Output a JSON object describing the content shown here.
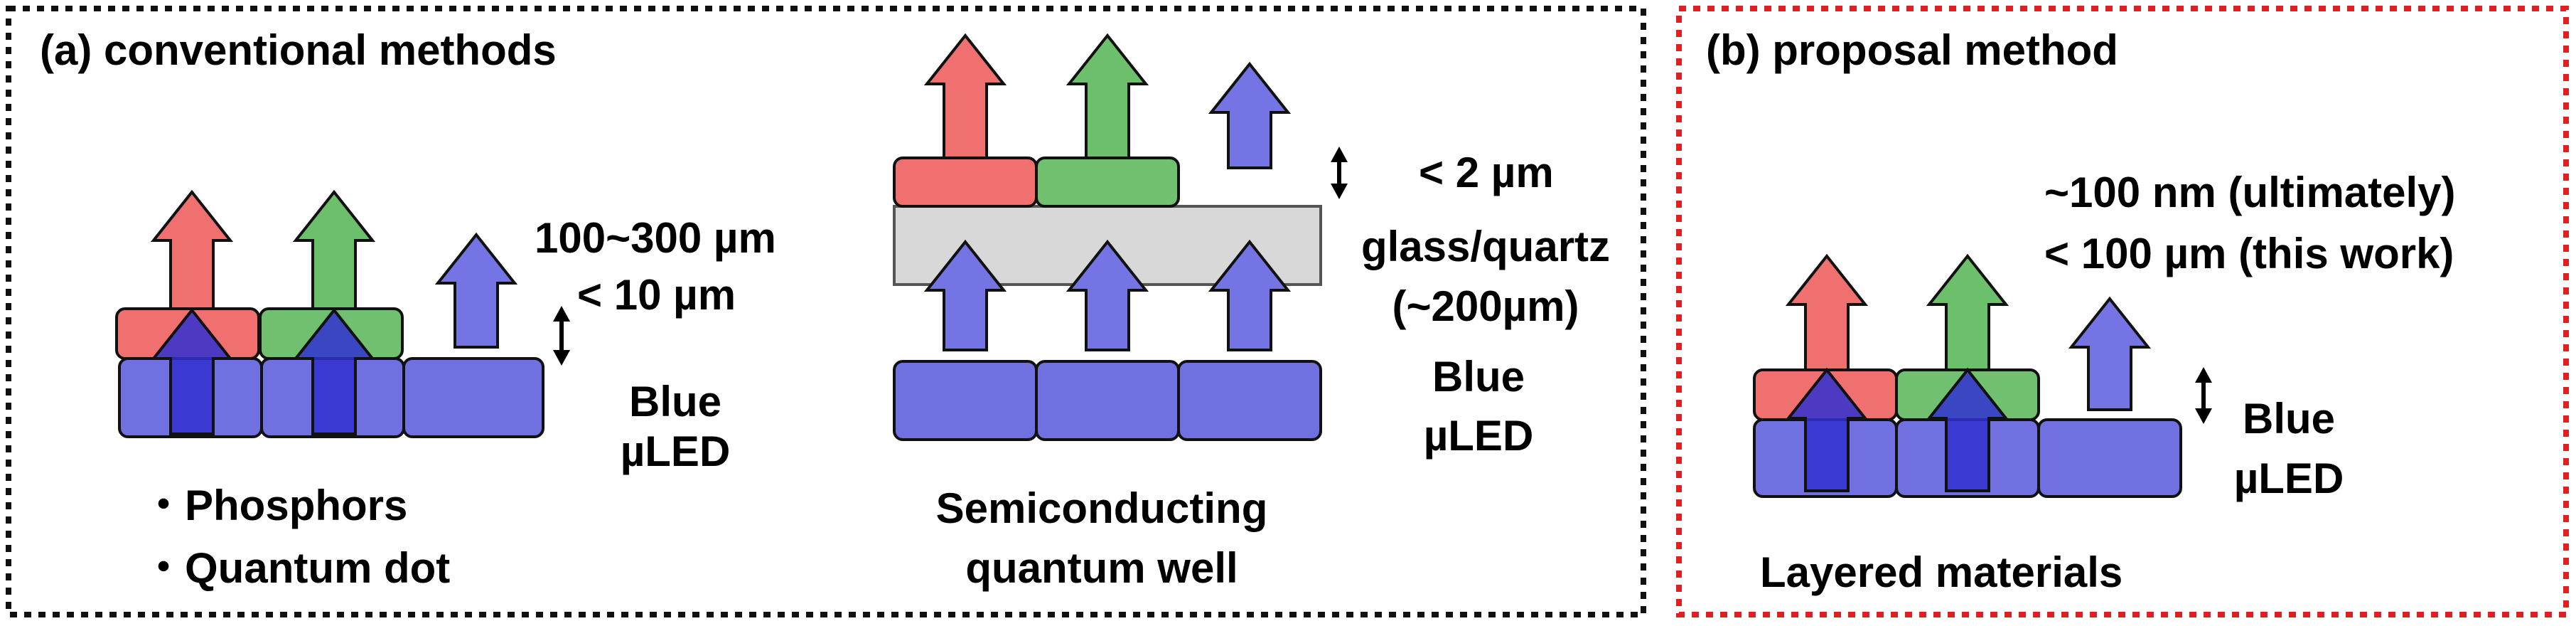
{
  "panel_a": {
    "title": "(a) conventional methods",
    "label_thickness_top": "100~300 µm",
    "label_thickness_bottom": "< 10 µm",
    "label_blue": "Blue",
    "label_uled": "µLED",
    "list": [
      "・Phosphors",
      "・Quantum dot"
    ],
    "qw_gap": "< 2 µm",
    "qw_substrate": "glass/quartz",
    "qw_substrate_thickness": "(~200µm)",
    "qw_blue": "Blue",
    "qw_uled": "µLED",
    "qw_caption_1": "Semiconducting",
    "qw_caption_2": "quantum well"
  },
  "panel_b": {
    "title": "(b) proposal method",
    "thickness_1": "~100 nm (ultimately)",
    "thickness_2": "< 100 µm (this work)",
    "label_blue": "Blue",
    "label_uled": "µLED",
    "caption": "Layered materials"
  },
  "colors": {
    "border_a": "#111111",
    "border_b": "#e02020",
    "blue_led": "#7070e0",
    "red_layer": "#f07070",
    "green_layer": "#70c070",
    "red_arrow": "#f07070",
    "green_arrow": "#6cc06c",
    "blue_arrow": "#7474e4",
    "glass": "#d8d8d8"
  }
}
